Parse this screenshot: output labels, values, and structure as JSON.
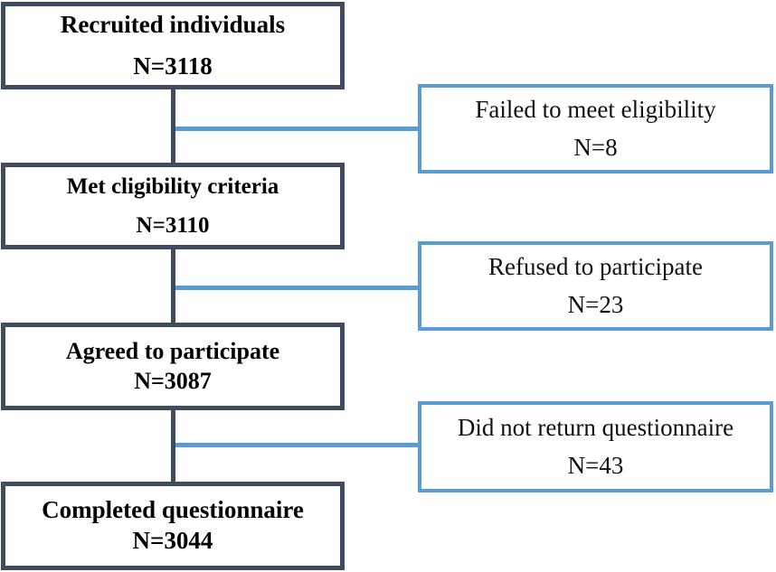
{
  "flow": {
    "main": [
      {
        "title": "Recruited individuals",
        "count": "N=3118"
      },
      {
        "title": "Met cligibility criteria",
        "count": "N=3110"
      },
      {
        "title": "Agreed to participate",
        "count": "N=3087"
      },
      {
        "title": "Completed questionnaire",
        "count": "N=3044"
      }
    ],
    "excluded": [
      {
        "title": "Failed to meet eligibility",
        "count": "N=8"
      },
      {
        "title": "Refused to participate",
        "count": "N=23"
      },
      {
        "title": "Did not return questionnaire",
        "count": "N=43"
      }
    ]
  },
  "colors": {
    "main_border": "#3f4c5f",
    "side_border": "#5b9bd5"
  }
}
